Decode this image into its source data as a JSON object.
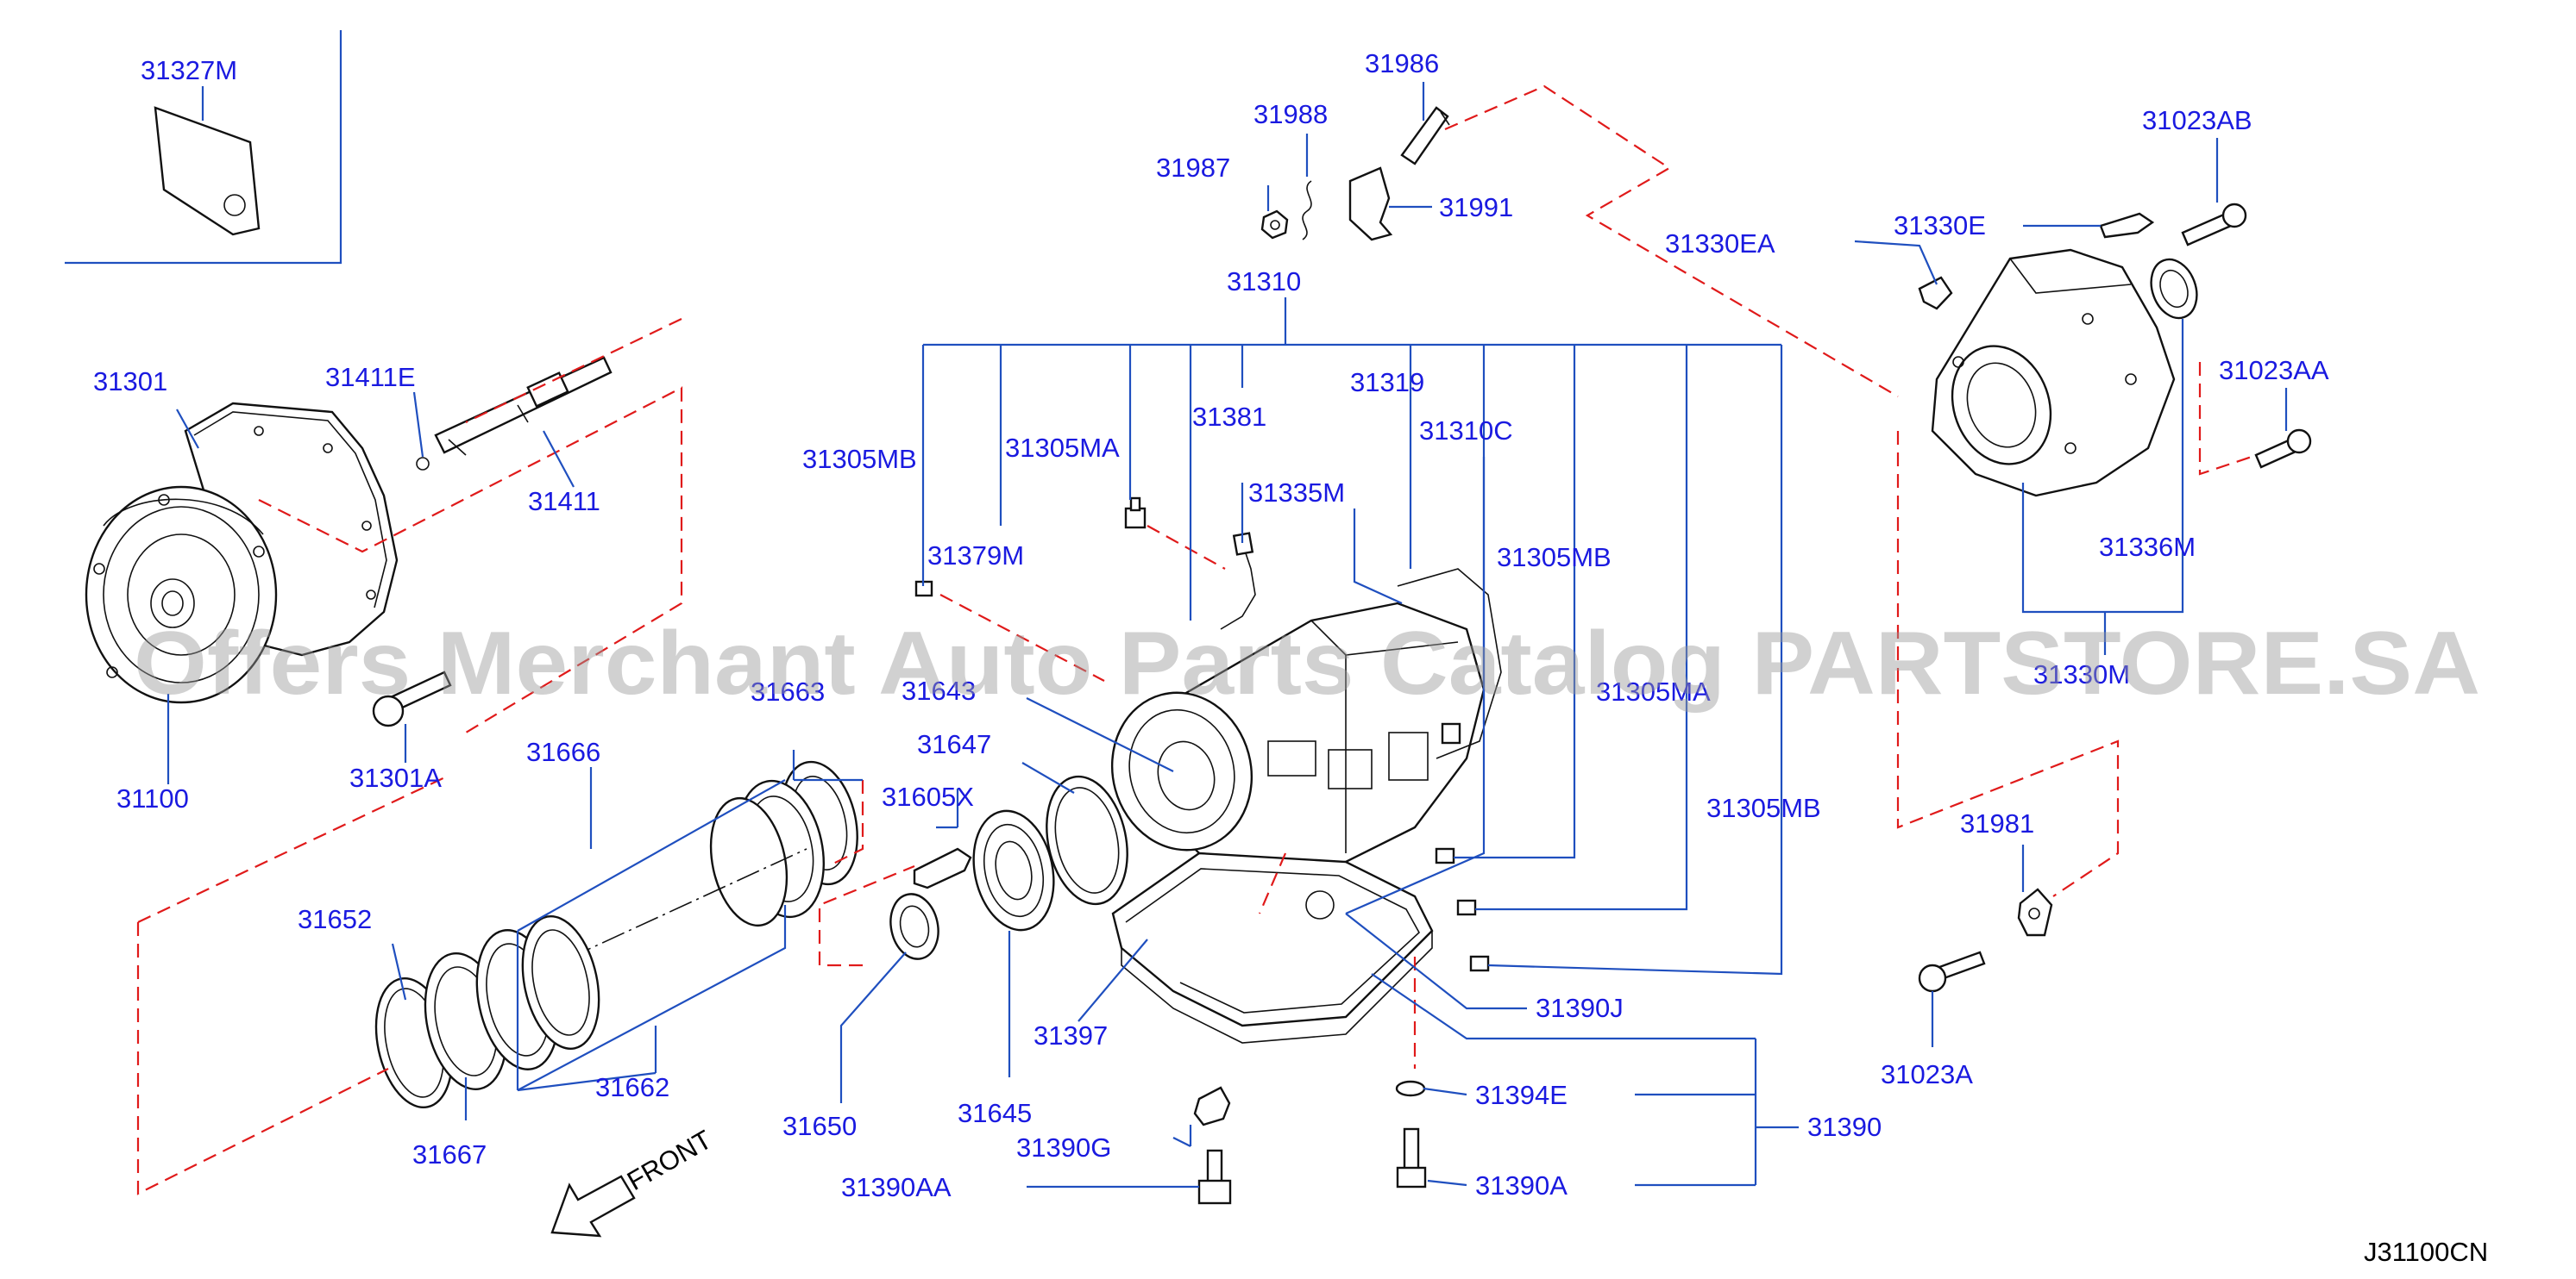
{
  "labels": {
    "p31327M": "31327M",
    "p31301": "31301",
    "p31411E": "31411E",
    "p31411": "31411",
    "p31100": "31100",
    "p31301A": "31301A",
    "p31666": "31666",
    "p31663": "31663",
    "p31605X": "31605X",
    "p31652": "31652",
    "p31662": "31662",
    "p31667": "31667",
    "p31650": "31650",
    "p31645": "31645",
    "p31647": "31647",
    "p31643": "31643",
    "p31986": "31986",
    "p31988": "31988",
    "p31987": "31987",
    "p31991": "31991",
    "p31310": "31310",
    "p31305MB_a": "31305MB",
    "p31305MA_a": "31305MA",
    "p31381": "31381",
    "p31319": "31319",
    "p31310C": "31310C",
    "p31335M": "31335M",
    "p31379M": "31379M",
    "p31305MB_b": "31305MB",
    "p31305MA_b": "31305MA",
    "p31305MB_c": "31305MB",
    "p31397": "31397",
    "p31390G": "31390G",
    "p31390AA": "31390AA",
    "p31390J": "31390J",
    "p31394E": "31394E",
    "p31390A": "31390A",
    "p31390": "31390",
    "p31330EA": "31330EA",
    "p31330E": "31330E",
    "p31023AB": "31023AB",
    "p31023AA": "31023AA",
    "p31336M": "31336M",
    "p31330M": "31330M",
    "p31981": "31981",
    "p31023A": "31023A"
  },
  "front_label": "FRONT",
  "diagram_code": "J31100CN",
  "watermark": "Offers Merchant Auto Parts Catalog PARTSTORE.SA",
  "colors": {
    "label_text": "#1a1ae0",
    "leader_line": "#1f4fbf",
    "assembly_dash": "#e01a1a",
    "part_outline": "#111111",
    "background": "#ffffff"
  }
}
